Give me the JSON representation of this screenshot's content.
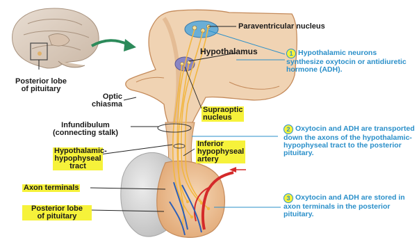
{
  "labels": {
    "paraventricular": "Paraventricular nucleus",
    "hypothalamus": "Hypothalamus",
    "posterior_lobe_inset": "Posterior lobe\nof pituitary",
    "optic_chiasma": "Optic\nchiasma",
    "supraoptic": "Supraoptic\nnucleus",
    "infundibulum": "Infundibulum\n(connecting stalk)",
    "inferior_artery": "Inferior\nhypophyseal\nartery",
    "tract": "Hypothalamic-\nhypophyseal\ntract",
    "axon_terminals": "Axon terminals",
    "posterior_lobe": "Posterior lobe\nof pituitary"
  },
  "steps": [
    {
      "number": "1",
      "text": "Hypothalamic neurons synthesize oxytocin or antidiuretic hormone (ADH)."
    },
    {
      "number": "2",
      "text": "Oxytocin and ADH are transported down the axons of the hypothalamic- hypophyseal tract to the posterior pituitary."
    },
    {
      "number": "3",
      "text": "Oxytocin and ADH are stored in axon terminals in the posterior pituitary."
    }
  ],
  "colors": {
    "highlight": "#f6f23a",
    "step_text": "#2a8fc9",
    "tissue": "#efc9a0",
    "tissue_edge": "#c48a5a",
    "axon": "#f2b640",
    "artery": "#d42a2a",
    "vein": "#2c5fb8",
    "arrow": "#2c8a5a"
  }
}
